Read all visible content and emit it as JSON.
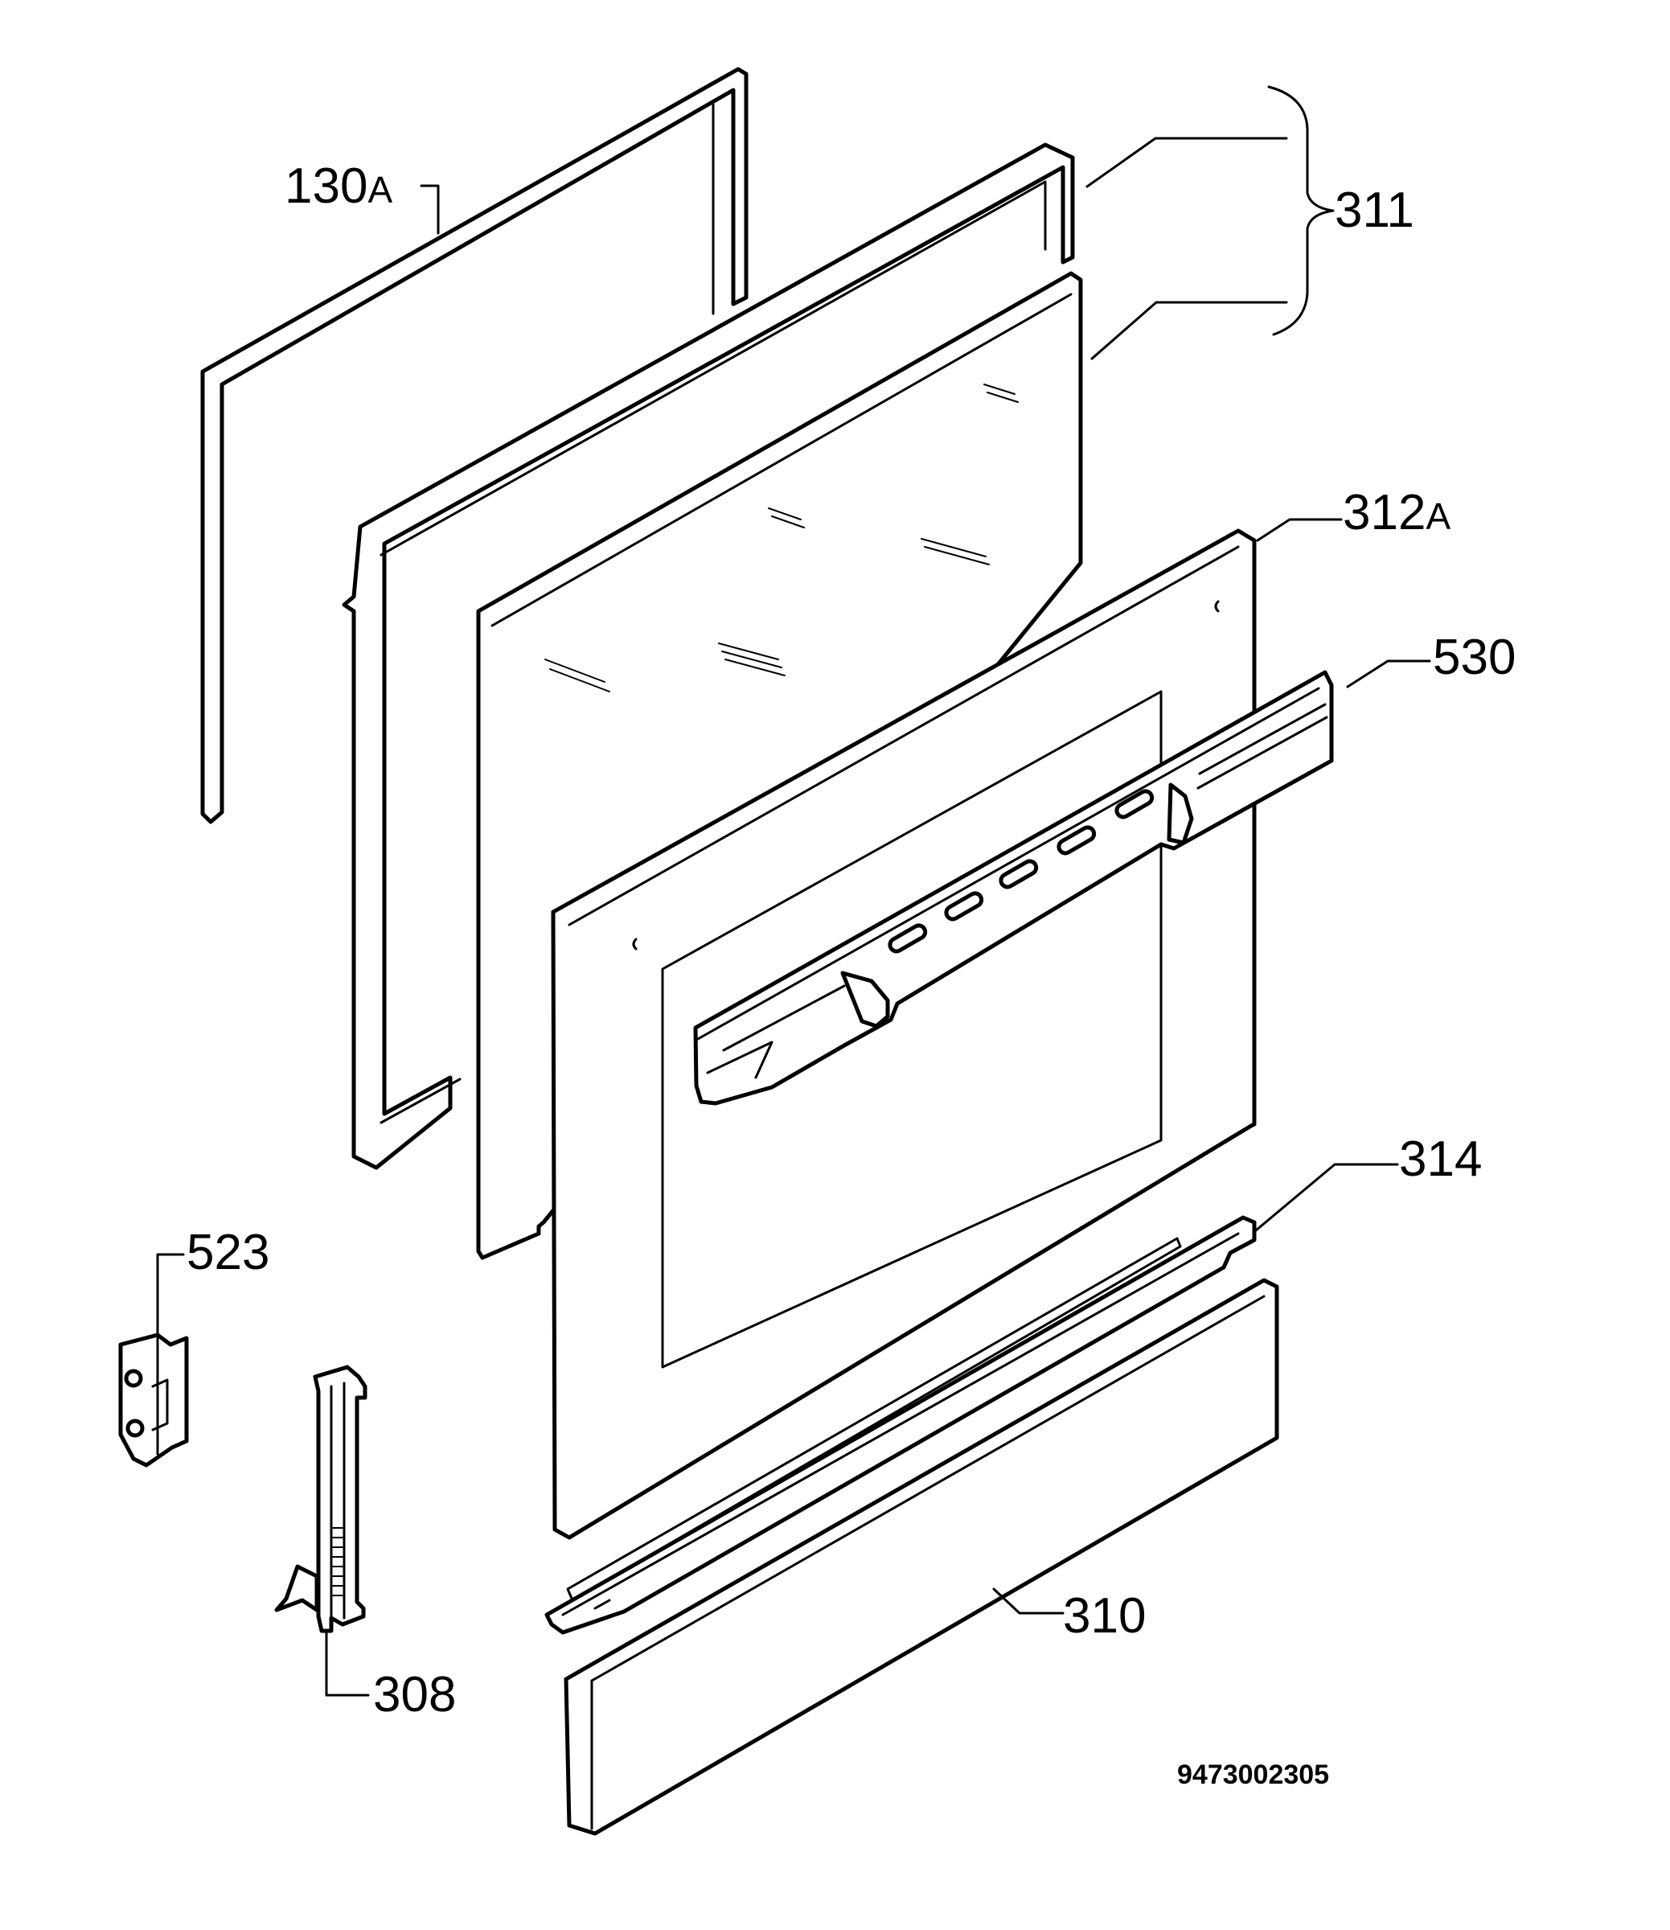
{
  "callouts": {
    "p130a": {
      "num": "130",
      "suffix": "A"
    },
    "p311": {
      "num": "311",
      "suffix": ""
    },
    "p312a": {
      "num": "312",
      "suffix": "A"
    },
    "p530": {
      "num": "530",
      "suffix": ""
    },
    "p314": {
      "num": "314",
      "suffix": ""
    },
    "p523": {
      "num": "523",
      "suffix": ""
    },
    "p310": {
      "num": "310",
      "suffix": ""
    },
    "p308": {
      "num": "308",
      "suffix": ""
    }
  },
  "document_number": "9473002305"
}
